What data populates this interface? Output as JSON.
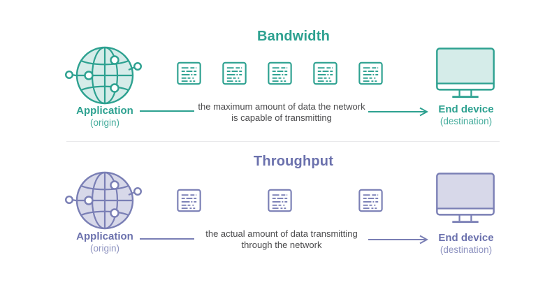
{
  "colors": {
    "background": "#FFFFFF",
    "teal": "#2DA190",
    "teal_sub": "#45AC9C",
    "purple": "#7A7FB5",
    "purple_text": "#6B71AD",
    "purple_sub": "#8E93C0",
    "description_text": "#4B4B4D",
    "divider": "#E9E9EB"
  },
  "sections": [
    {
      "id": "bandwidth",
      "title": "Bandwidth",
      "source_label": "Application",
      "source_sublabel": "(origin)",
      "destination_label": "End device",
      "destination_sublabel": "(destination)",
      "description_line1": "the maximum amount of data the network",
      "description_line2": "is capable of transmitting",
      "packet_count": 5
    },
    {
      "id": "throughput",
      "title": "Throughput",
      "source_label": "Application",
      "source_sublabel": "(origin)",
      "destination_label": "End device",
      "destination_sublabel": "(destination)",
      "description_line1": "the actual amount of data transmitting",
      "description_line2": "through the network",
      "packet_count": 3
    }
  ]
}
